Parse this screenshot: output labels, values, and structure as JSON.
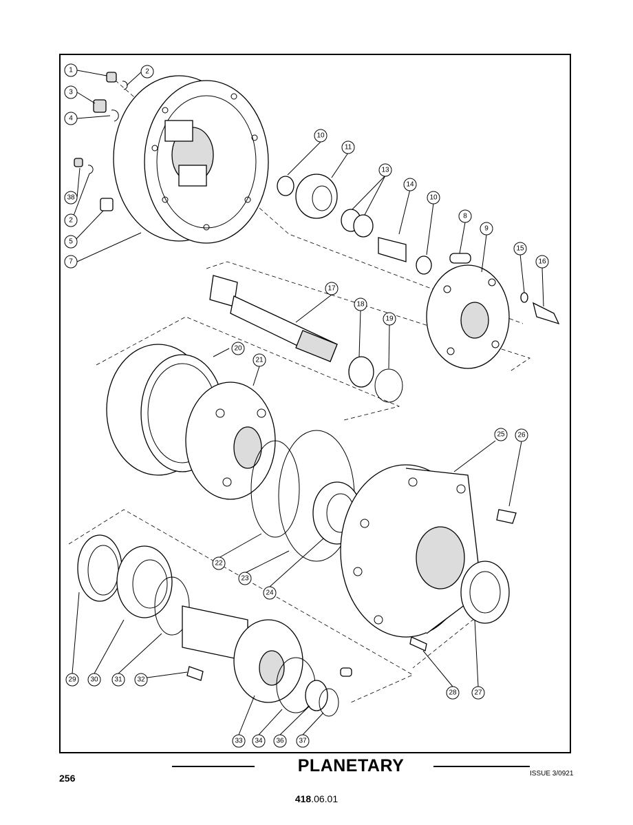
{
  "callouts": [
    "1",
    "2",
    "3",
    "4",
    "38",
    "2",
    "5",
    "7",
    "10",
    "11",
    "13",
    "14",
    "10",
    "8",
    "9",
    "15",
    "16",
    "17",
    "18",
    "19",
    "20",
    "21",
    "25",
    "26",
    "22",
    "23",
    "24",
    "29",
    "30",
    "31",
    "32",
    "33",
    "34",
    "36",
    "37",
    "28",
    "27"
  ],
  "footer": {
    "title": "PLANETARY",
    "page_number": "256",
    "issue": "ISSUE 3/0921",
    "ref_bold": "418",
    "ref_rest": ".06.01"
  }
}
